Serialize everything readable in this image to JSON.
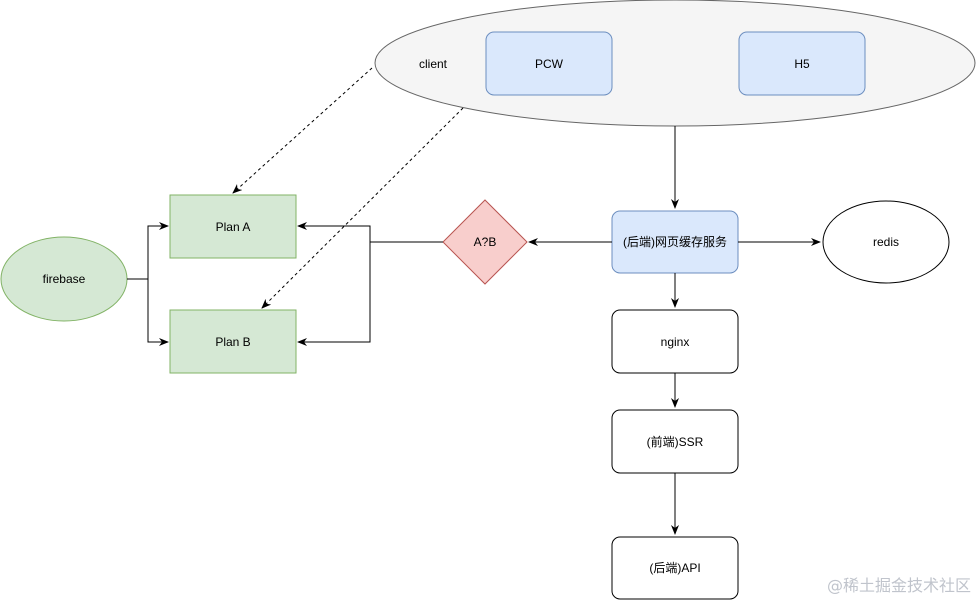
{
  "nodes": {
    "client": "client",
    "pcw": "PCW",
    "h5": "H5",
    "cache_service": "(后端)网页缓存服务",
    "redis": "redis",
    "nginx": "nginx",
    "ssr": "(前端)SSR",
    "api": "(后端)API",
    "ab_decision": "A?B",
    "plan_a": "Plan A",
    "plan_b": "Plan B",
    "firebase": "firebase"
  },
  "watermark": "@稀土掘金技术社区",
  "colors": {
    "blue_fill": "#dae8fc",
    "blue_stroke": "#6c8ebf",
    "green_fill": "#d5e8d4",
    "green_stroke": "#82b366",
    "red_fill": "#f8cecc",
    "red_stroke": "#b85450",
    "gray_fill": "#f5f5f5",
    "line": "#000000"
  }
}
